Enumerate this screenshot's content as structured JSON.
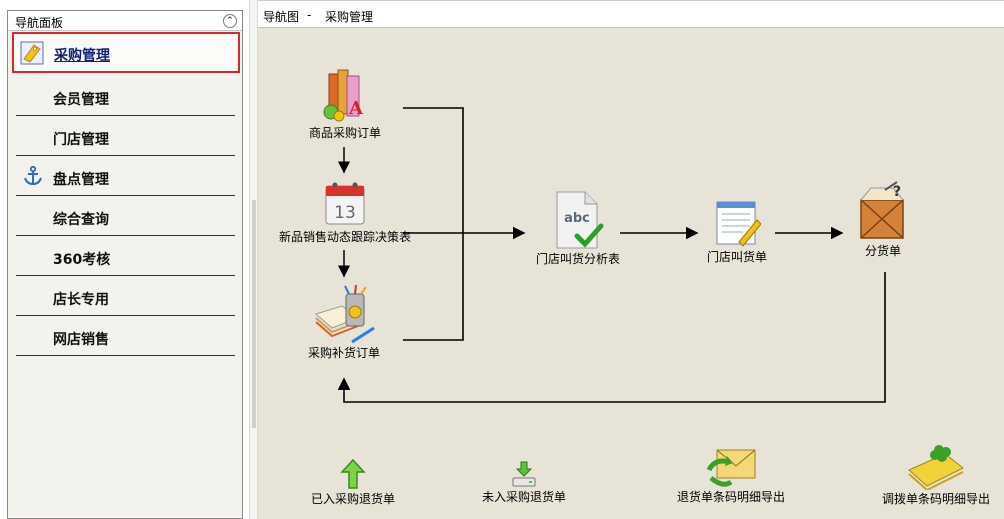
{
  "nav": {
    "title": "导航面板",
    "collapse_glyph": "⌃",
    "items": [
      {
        "label": "采购管理",
        "icon": "tag-icon",
        "active": true
      },
      {
        "label": "会员管理",
        "icon": "",
        "active": false
      },
      {
        "label": "门店管理",
        "icon": "",
        "active": false
      },
      {
        "label": "盘点管理",
        "icon": "anchor-icon",
        "active": false
      },
      {
        "label": "综合查询",
        "icon": "",
        "active": false
      },
      {
        "label": "360考核",
        "icon": "",
        "active": false
      },
      {
        "label": "店长专用",
        "icon": "",
        "active": false
      },
      {
        "label": "网店销售",
        "icon": "",
        "active": false
      }
    ]
  },
  "main": {
    "breadcrumb": {
      "root": "导航图",
      "separator": "-",
      "page": "采购管理"
    },
    "flow": {
      "purchase_order": "商品采购订单",
      "new_product_tracking": "新品销售动态跟踪决策表",
      "replenish_order": "采购补货订单",
      "store_request_analysis": "门店叫货分析表",
      "store_request": "门店叫货单",
      "distribution": "分货单"
    },
    "bottom": {
      "returned_in": "已入采购退货单",
      "returned_pending": "未入采购退货单",
      "return_barcode_export": "退货单条码明细导出",
      "transfer_barcode_export": "调拨单条码明细导出"
    }
  },
  "colors": {
    "active_border": "#e0242a",
    "nav_line": "#1f2f8a",
    "main_bg": "#e7e3d7"
  }
}
